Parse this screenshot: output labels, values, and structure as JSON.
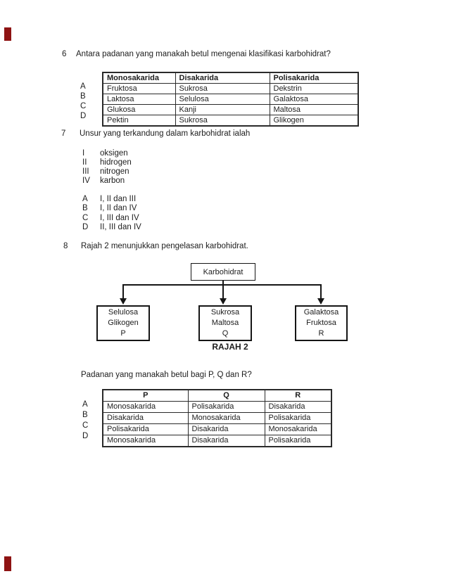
{
  "page": {
    "background": "#ffffff",
    "text_color": "#1d1d1d",
    "red_mark_color": "#8e1313"
  },
  "q6": {
    "number": "6",
    "text": "Antara padanan yang manakah betul mengenai klasifikasi karbohidrat?",
    "table": {
      "headers": [
        "Monosakarida",
        "Disakarida",
        "Polisakarida"
      ],
      "row_labels": [
        "A",
        "B",
        "C",
        "D"
      ],
      "rows": [
        [
          "Fruktosa",
          "Sukrosa",
          "Dekstrin"
        ],
        [
          "Laktosa",
          "Selulosa",
          "Galaktosa"
        ],
        [
          "Glukosa",
          "Kanji",
          "Maltosa"
        ],
        [
          "Pektin",
          "Sukrosa",
          "Glikogen"
        ]
      ]
    }
  },
  "q7": {
    "number": "7",
    "text": "Unsur yang terkandung dalam karbohidrat ialah",
    "items": [
      {
        "numeral": "I",
        "label": "oksigen"
      },
      {
        "numeral": "II",
        "label": "hidrogen"
      },
      {
        "numeral": "III",
        "label": "nitrogen"
      },
      {
        "numeral": "IV",
        "label": "karbon"
      }
    ],
    "options": [
      {
        "letter": "A",
        "text": "I, II dan III"
      },
      {
        "letter": "B",
        "text": "I, II dan IV"
      },
      {
        "letter": "C",
        "text": "I, III  dan IV"
      },
      {
        "letter": "D",
        "text": "II, III  dan IV"
      }
    ]
  },
  "q8": {
    "number": "8",
    "text": "Rajah 2 menunjukkan pengelasan karbohidrat.",
    "diagram": {
      "root": "Karbohidrat",
      "caption": "RAJAH 2",
      "boxes": [
        {
          "lines": [
            "Selulosa",
            "Glikogen",
            "P"
          ]
        },
        {
          "lines": [
            "Sukrosa",
            "Maltosa",
            "Q"
          ]
        },
        {
          "lines": [
            "Galaktosa",
            "Fruktosa",
            "R"
          ]
        }
      ]
    },
    "subtext": "Padanan yang manakah betul bagi P, Q dan R?",
    "table": {
      "headers": [
        "P",
        "Q",
        "R"
      ],
      "row_labels": [
        "A",
        "B",
        "C",
        "D"
      ],
      "rows": [
        [
          "Monosakarida",
          "Polisakarida",
          "Disakarida"
        ],
        [
          "Disakarida",
          "Monosakarida",
          "Polisakarida"
        ],
        [
          "Polisakarida",
          "Disakarida",
          "Monosakarida"
        ],
        [
          "Monosakarida",
          "Disakarida",
          "Polisakarida"
        ]
      ]
    }
  }
}
